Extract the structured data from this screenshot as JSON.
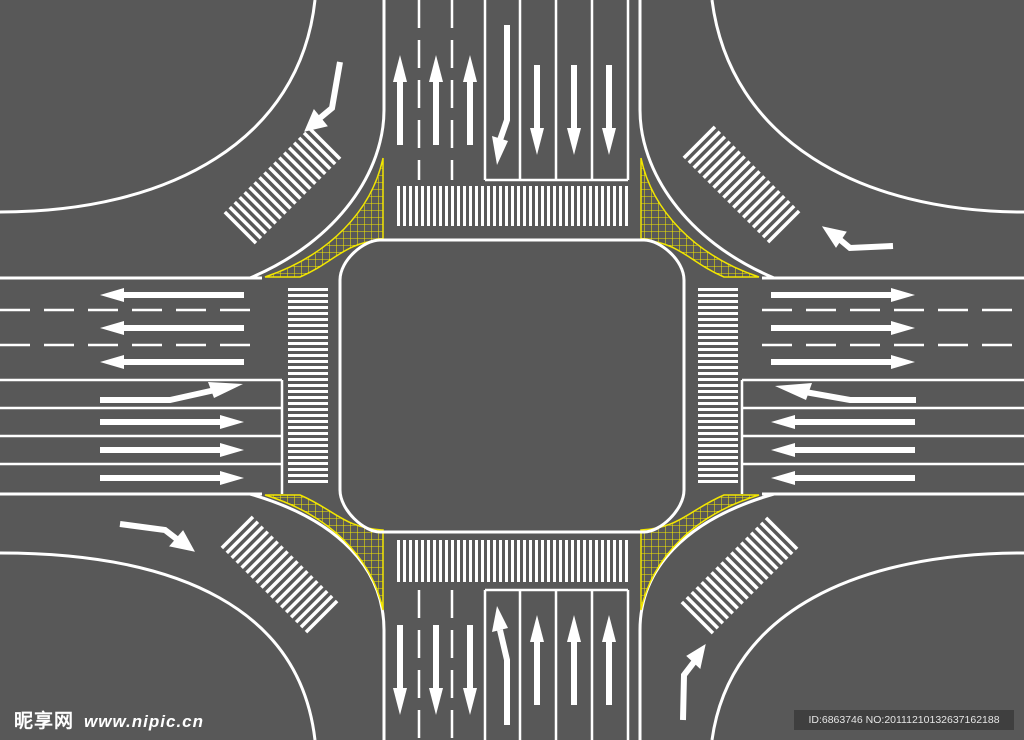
{
  "diagram": {
    "colors": {
      "asphalt": "#585858",
      "marking": "#ffffff",
      "hatch": "#f2e600"
    }
  },
  "watermark": {
    "brand": "昵享网",
    "site": "www.nipic.cn",
    "id_text": "ID:6863746 NO:20111210132637162188"
  }
}
